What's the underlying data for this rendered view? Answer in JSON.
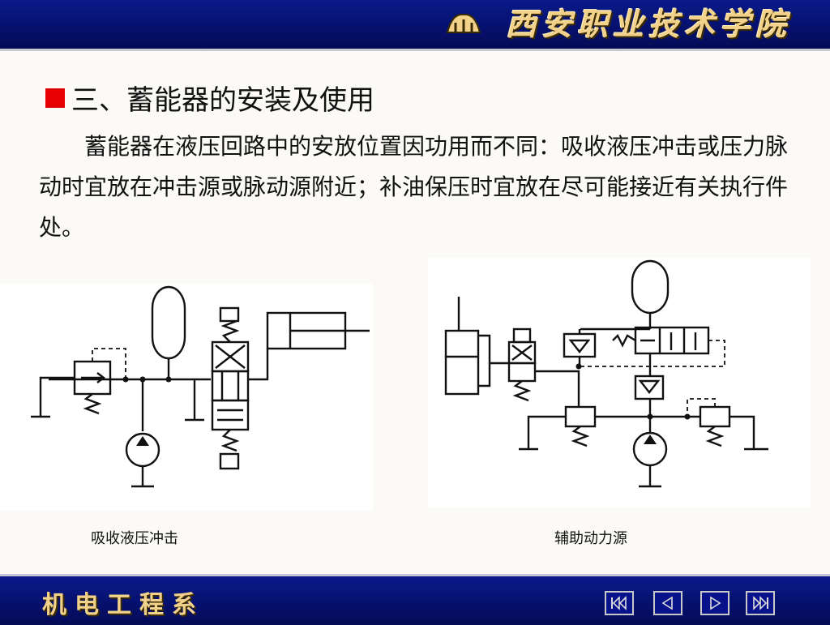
{
  "header": {
    "title": "西安职业技术学院",
    "logo_icon": "college-logo-icon"
  },
  "slide": {
    "heading": "三、蓄能器的安装及使用",
    "paragraph": "蓄能器在液压回路中的安放位置因功用而不同：吸收液压冲击或压力脉动时宜放在冲击源或脉动源附近；补油保压时宜放在尽可能接近有关执行件处。",
    "captions": {
      "left": "吸收液压冲击",
      "right": "辅助动力源"
    }
  },
  "footer": {
    "title": "机电工程系",
    "nav": {
      "first_icon": "first-slide-icon",
      "prev_icon": "previous-slide-icon",
      "next_icon": "next-slide-icon",
      "last_icon": "last-slide-icon"
    }
  },
  "colors": {
    "bar": "#06116e",
    "bullet": "#e60000",
    "title_gold": "#f2d28a"
  }
}
